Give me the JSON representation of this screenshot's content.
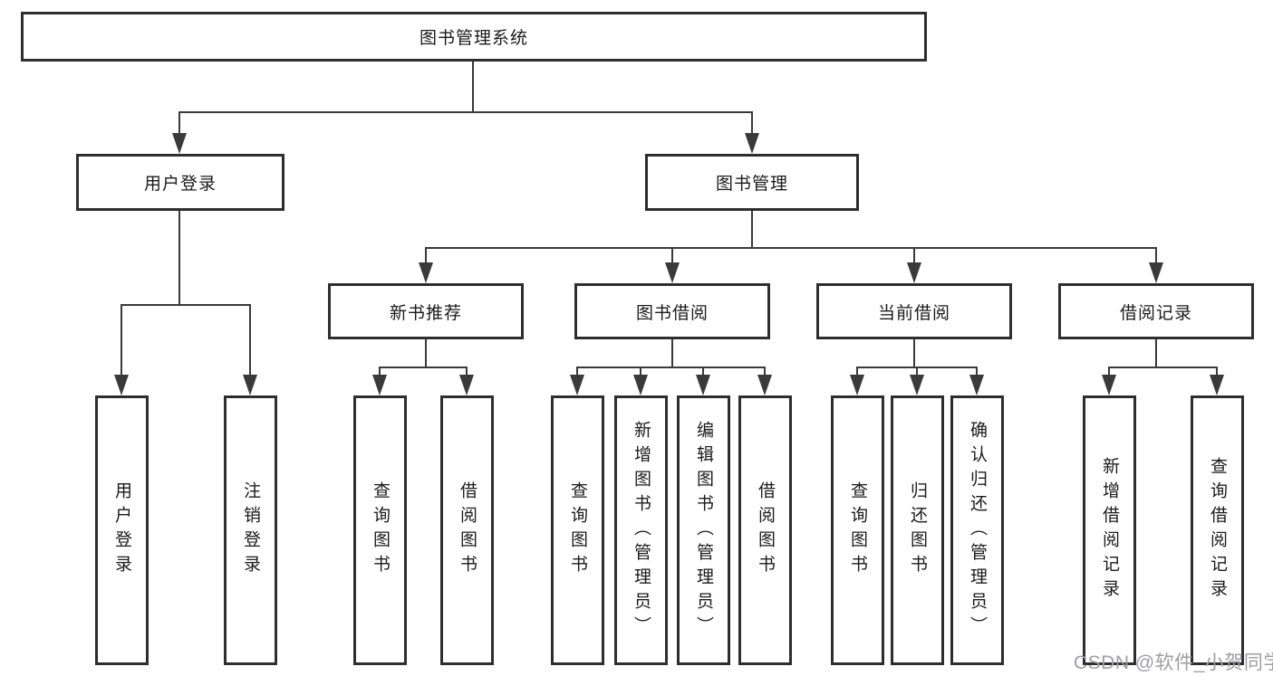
{
  "diagram": {
    "title_node": {
      "label": "图书管理系统"
    },
    "level2": [
      {
        "label": "用户登录"
      },
      {
        "label": "图书管理"
      }
    ],
    "level3": [
      {
        "label": "新书推荐"
      },
      {
        "label": "图书借阅"
      },
      {
        "label": "当前借阅"
      },
      {
        "label": "借阅记录"
      }
    ],
    "leaves": {
      "login": [
        "用户登录",
        "注销登录"
      ],
      "newbook": [
        "查询图书",
        "借阅图书"
      ],
      "borrow": [
        "查询图书",
        "新增图书（管理员）",
        "编辑图书（管理员）",
        "借阅图书"
      ],
      "current": [
        "查询图书",
        "归还图书",
        "确认归还（管理员）"
      ],
      "records": [
        "新增借阅记录",
        "查询借阅记录"
      ]
    },
    "colors": {
      "line": "#3a3a3a",
      "box_border": "#2e2e2e",
      "text": "#1b1b1b",
      "background": "#ffffff",
      "watermark": "#9e9ea4"
    }
  },
  "watermark": {
    "text": "CSDN @软件_小贺同学"
  }
}
